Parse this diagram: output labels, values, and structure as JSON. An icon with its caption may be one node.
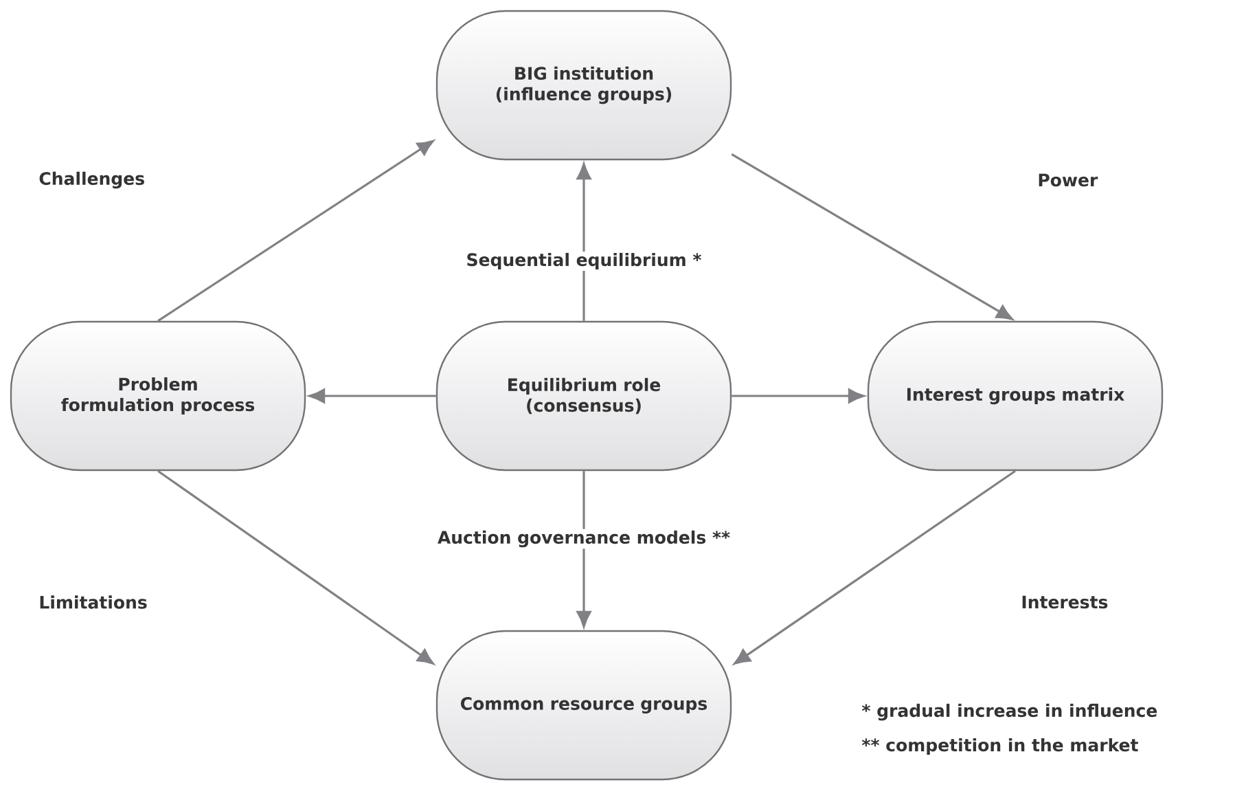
{
  "diagram": {
    "nodes": [
      {
        "text": [
          "BIG institution (influence groups)"
        ]
      },
      {
        "text": [
          "Problem formulation process"
        ]
      },
      {
        "text": [
          "Equilibrium role (consensus)"
        ]
      },
      {
        "text": [
          "Interest groups matrix"
        ]
      },
      {
        "text": [
          "Common resource groups"
        ]
      }
    ],
    "edges": [
      {
        "from": 1,
        "to": 0,
        "arrow": "to"
      },
      {
        "from": 2,
        "to": 0,
        "arrow": "to",
        "label": "Sequential equilibrium *"
      },
      {
        "from": 0,
        "to": 3,
        "arrow": "to"
      },
      {
        "from": 2,
        "to": 1,
        "arrow": "to"
      },
      {
        "from": 2,
        "to": 3,
        "arrow": "to"
      },
      {
        "from": 1,
        "to": 4,
        "arrow": "to"
      },
      {
        "from": 2,
        "to": 4,
        "arrow": "to",
        "label": "Auction governance models **"
      },
      {
        "from": 3,
        "to": 4,
        "arrow": "to"
      }
    ],
    "labels": [
      "Challenges",
      "Power",
      "Limitations",
      "Interests",
      "* gradual increase in influence",
      "** competition in the market"
    ]
  }
}
